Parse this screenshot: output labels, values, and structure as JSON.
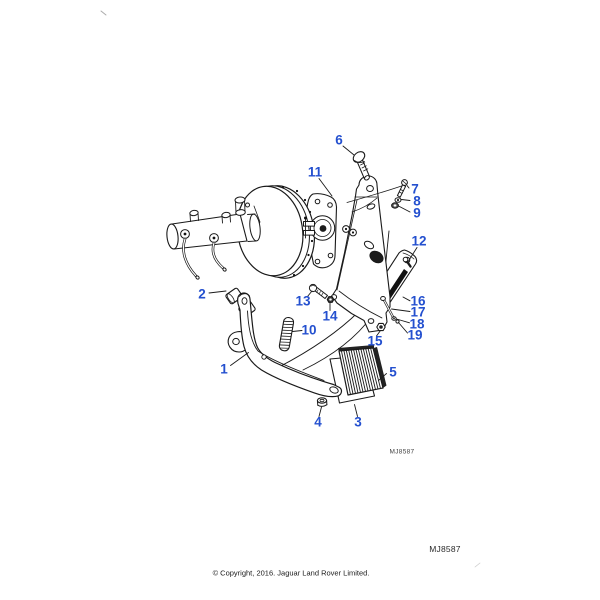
{
  "diagram": {
    "callout_color": "#2450cf",
    "drawing_code": "MJ8587",
    "callouts": {
      "n1": "1",
      "n2": "2",
      "n3": "3",
      "n4": "4",
      "n5": "5",
      "n6": "6",
      "n7": "7",
      "n8": "8",
      "n9": "9",
      "n10": "10",
      "n11": "11",
      "n12": "12",
      "n13": "13",
      "n14": "14",
      "n15": "15",
      "n16": "16",
      "n17": "17",
      "n18": "18",
      "n19": "19"
    }
  },
  "footer": {
    "copyright": "© Copyright, 2016. Jaguar Land Rover Limited.",
    "drawing_code": "MJ8587"
  }
}
